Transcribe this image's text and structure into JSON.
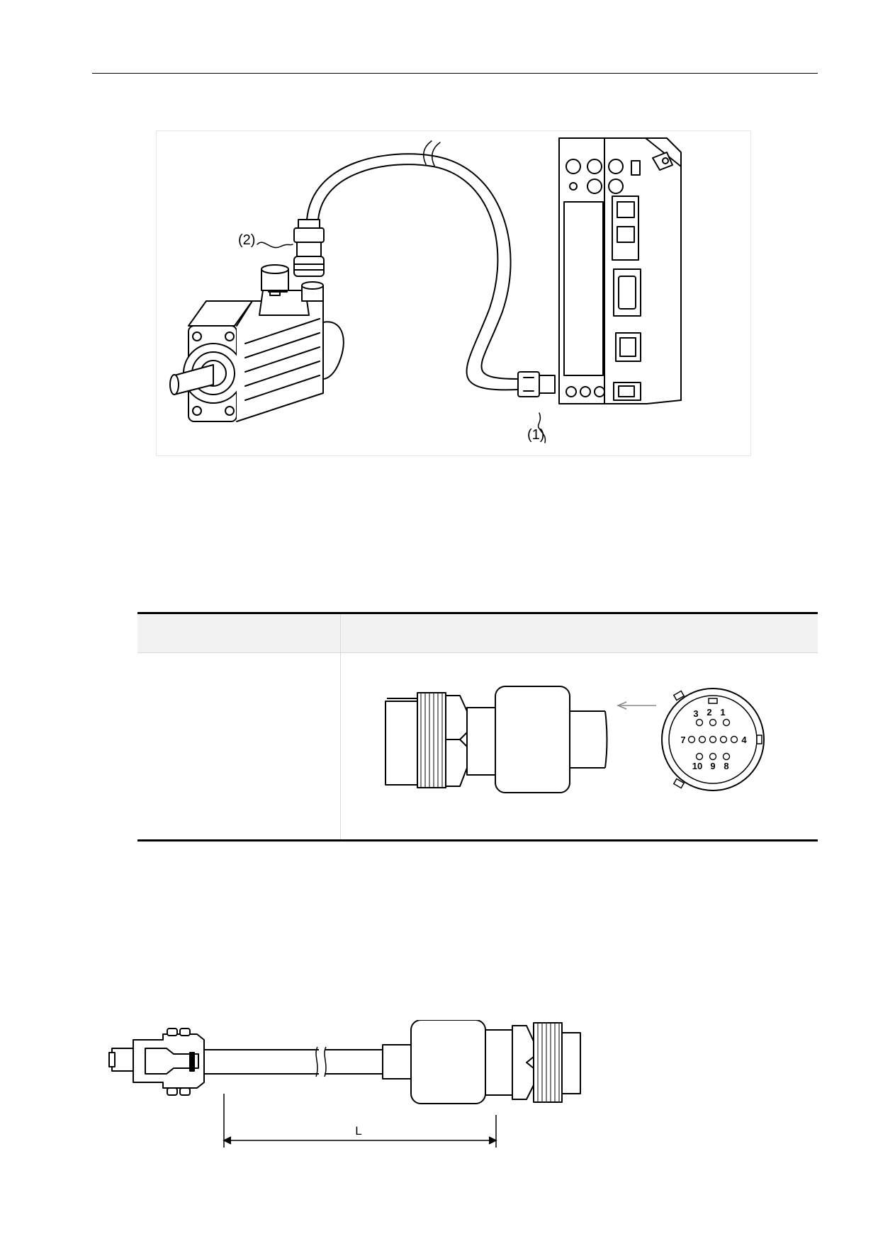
{
  "figure1": {
    "callout_1": "(1)",
    "callout_2": "(2)"
  },
  "pinout": {
    "pins": [
      "3",
      "2",
      "1",
      "7",
      "4",
      "10",
      "9",
      "8"
    ]
  },
  "cable_drawing": {
    "length_label": "L"
  }
}
